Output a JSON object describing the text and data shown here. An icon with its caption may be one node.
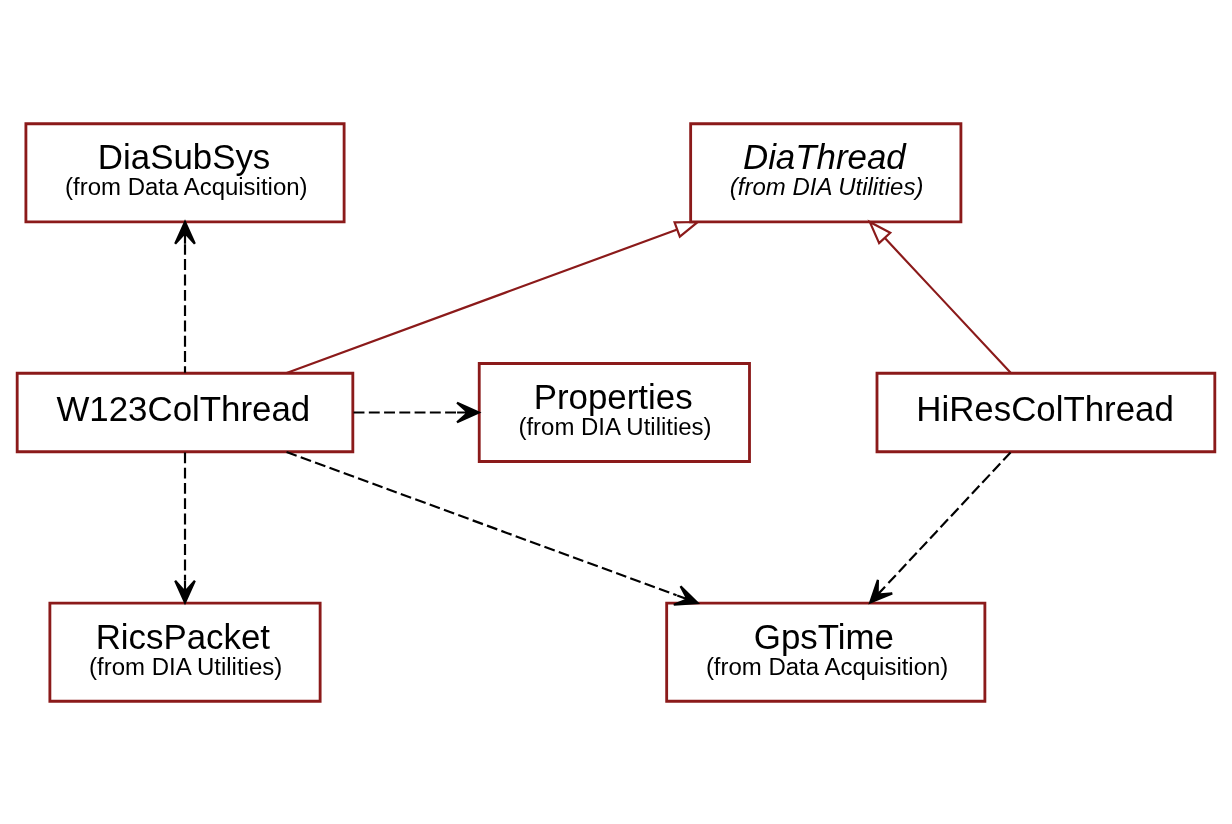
{
  "diagram": {
    "nodes": [
      {
        "text": [
          "DiaThread",
          "(from DIA Utilities)"
        ]
      },
      {
        "text": [
          "DiaSubSys",
          "(from Data Acquisition)"
        ]
      },
      {
        "text": [
          "Properties",
          "(from DIA Utilities)"
        ]
      },
      {
        "text": [
          "W123ColThread"
        ]
      },
      {
        "text": [
          "HiResColThread"
        ]
      },
      {
        "text": [
          "RicsPacket",
          "(from DIA Utilities)"
        ]
      },
      {
        "text": [
          "GpsTime",
          "(from Data Acquisition)"
        ]
      }
    ],
    "edges": [
      {
        "from": 3,
        "to": 0,
        "arrow": "to",
        "color": "#8b1a1a"
      },
      {
        "from": 4,
        "to": 0,
        "arrow": "to",
        "color": "#8b1a1a"
      },
      {
        "from": 3,
        "to": 1,
        "arrow": "to",
        "style": "dashed"
      },
      {
        "from": 3,
        "to": 2,
        "arrow": "to",
        "style": "dashed"
      },
      {
        "from": 3,
        "to": 5,
        "arrow": "to",
        "style": "dashed"
      },
      {
        "from": 3,
        "to": 6,
        "arrow": "to",
        "style": "dashed"
      },
      {
        "from": 4,
        "to": 6,
        "arrow": "to",
        "style": "dashed"
      }
    ]
  }
}
